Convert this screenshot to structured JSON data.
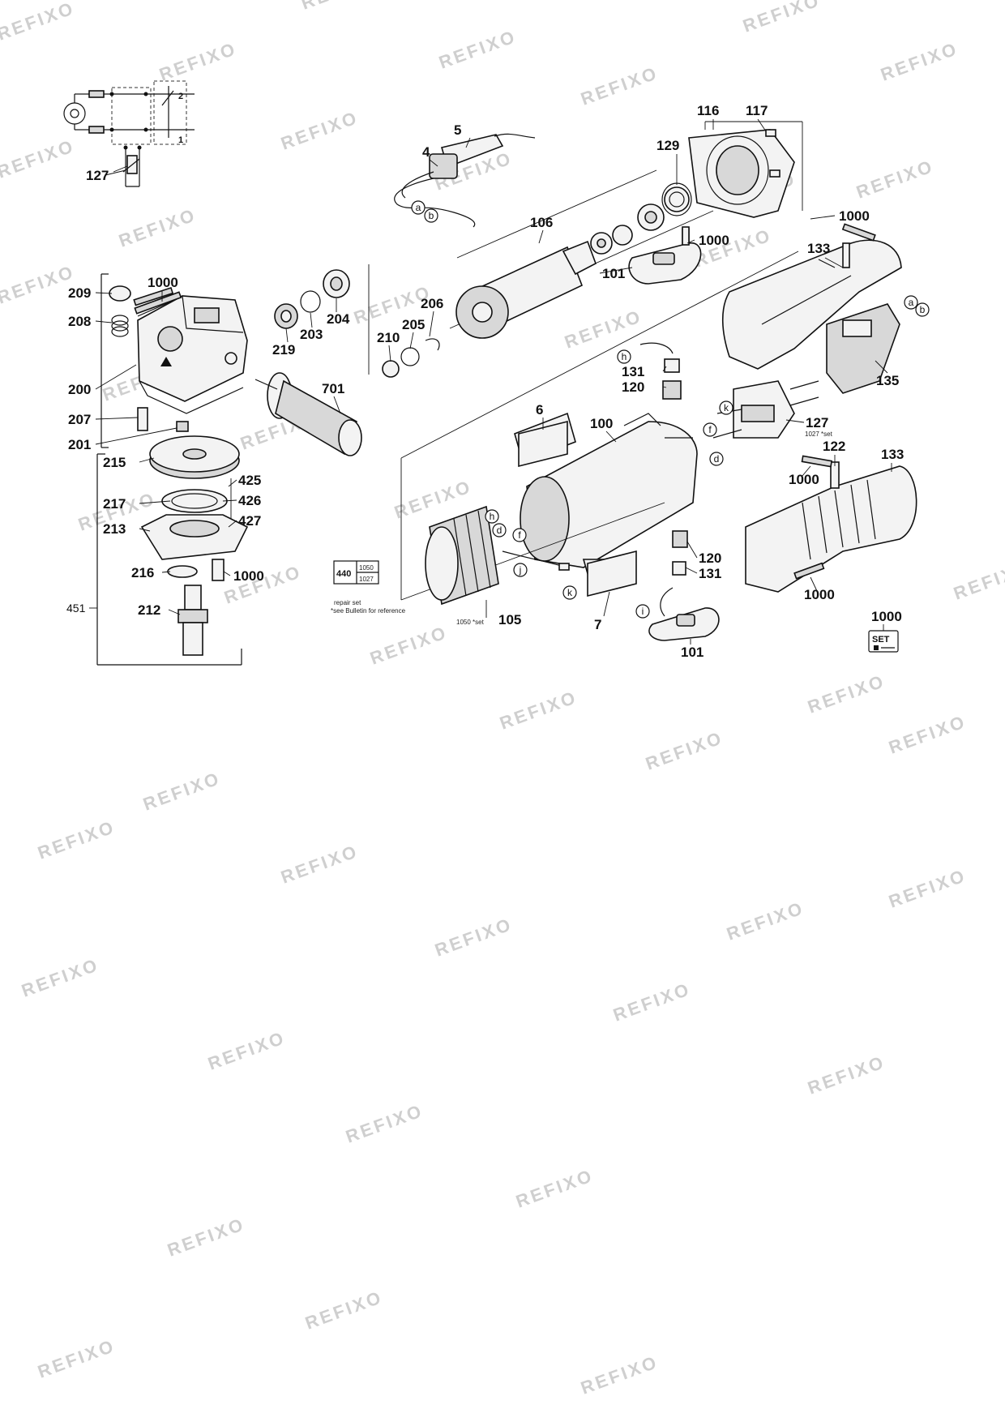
{
  "watermark": "REFIXO",
  "part_labels": [
    {
      "id": "l1",
      "text": "5"
    },
    {
      "id": "l2",
      "text": "4"
    },
    {
      "id": "l3",
      "text": "116"
    },
    {
      "id": "l4",
      "text": "117"
    },
    {
      "id": "l5",
      "text": "129"
    },
    {
      "id": "l6",
      "text": "106"
    },
    {
      "id": "l7",
      "text": "1000"
    },
    {
      "id": "l8",
      "text": "1000"
    },
    {
      "id": "l9",
      "text": "133"
    },
    {
      "id": "l10",
      "text": "101"
    },
    {
      "id": "l11",
      "text": "209"
    },
    {
      "id": "l12",
      "text": "1000"
    },
    {
      "id": "l13",
      "text": "208"
    },
    {
      "id": "l14",
      "text": "206"
    },
    {
      "id": "l15",
      "text": "205"
    },
    {
      "id": "l16",
      "text": "210"
    },
    {
      "id": "l17",
      "text": "204"
    },
    {
      "id": "l18",
      "text": "203"
    },
    {
      "id": "l19",
      "text": "219"
    },
    {
      "id": "l20",
      "text": "135"
    },
    {
      "id": "l21",
      "text": "200"
    },
    {
      "id": "l22",
      "text": "701"
    },
    {
      "id": "l23",
      "text": "131"
    },
    {
      "id": "l24",
      "text": "120"
    },
    {
      "id": "l25",
      "text": "207"
    },
    {
      "id": "l26",
      "text": "6"
    },
    {
      "id": "l27",
      "text": "100"
    },
    {
      "id": "l28",
      "text": "127"
    },
    {
      "id": "l29",
      "text": "201"
    },
    {
      "id": "l30",
      "text": "122"
    },
    {
      "id": "l31",
      "text": "133"
    },
    {
      "id": "l32",
      "text": "215"
    },
    {
      "id": "l33",
      "text": "425"
    },
    {
      "id": "l34",
      "text": "1000"
    },
    {
      "id": "l35",
      "text": "217"
    },
    {
      "id": "l36",
      "text": "426"
    },
    {
      "id": "l37",
      "text": "213"
    },
    {
      "id": "l38",
      "text": "427"
    },
    {
      "id": "l39",
      "text": "120"
    },
    {
      "id": "l40",
      "text": "131"
    },
    {
      "id": "l41",
      "text": "216"
    },
    {
      "id": "l42",
      "text": "1000"
    },
    {
      "id": "l43",
      "text": "1000"
    },
    {
      "id": "l44",
      "text": "451"
    },
    {
      "id": "l45",
      "text": "212"
    },
    {
      "id": "l46",
      "text": "105"
    },
    {
      "id": "l47",
      "text": "7"
    },
    {
      "id": "l48",
      "text": "101"
    },
    {
      "id": "l49",
      "text": "1000"
    },
    {
      "id": "l50",
      "text": "127"
    }
  ],
  "connector_letters": {
    "a1": "a",
    "b1": "b",
    "a2": "a",
    "b2": "b",
    "h1": "h",
    "k1": "k",
    "f1": "f",
    "d1": "d",
    "h2": "h",
    "d2": "d",
    "f2": "f",
    "j1": "j",
    "k2": "k",
    "i1": "i"
  },
  "small_notes": {
    "set_1027": "1027 *set",
    "set_1050": "1050 *set",
    "repair_set": "repair set",
    "bulletin": "*see Bulletin for reference"
  },
  "repair_box": {
    "main": "440",
    "top": "1050",
    "bottom": "1027"
  },
  "set_badge": "SET",
  "schematic_terminals": {
    "t2": "2",
    "t1": "1"
  }
}
